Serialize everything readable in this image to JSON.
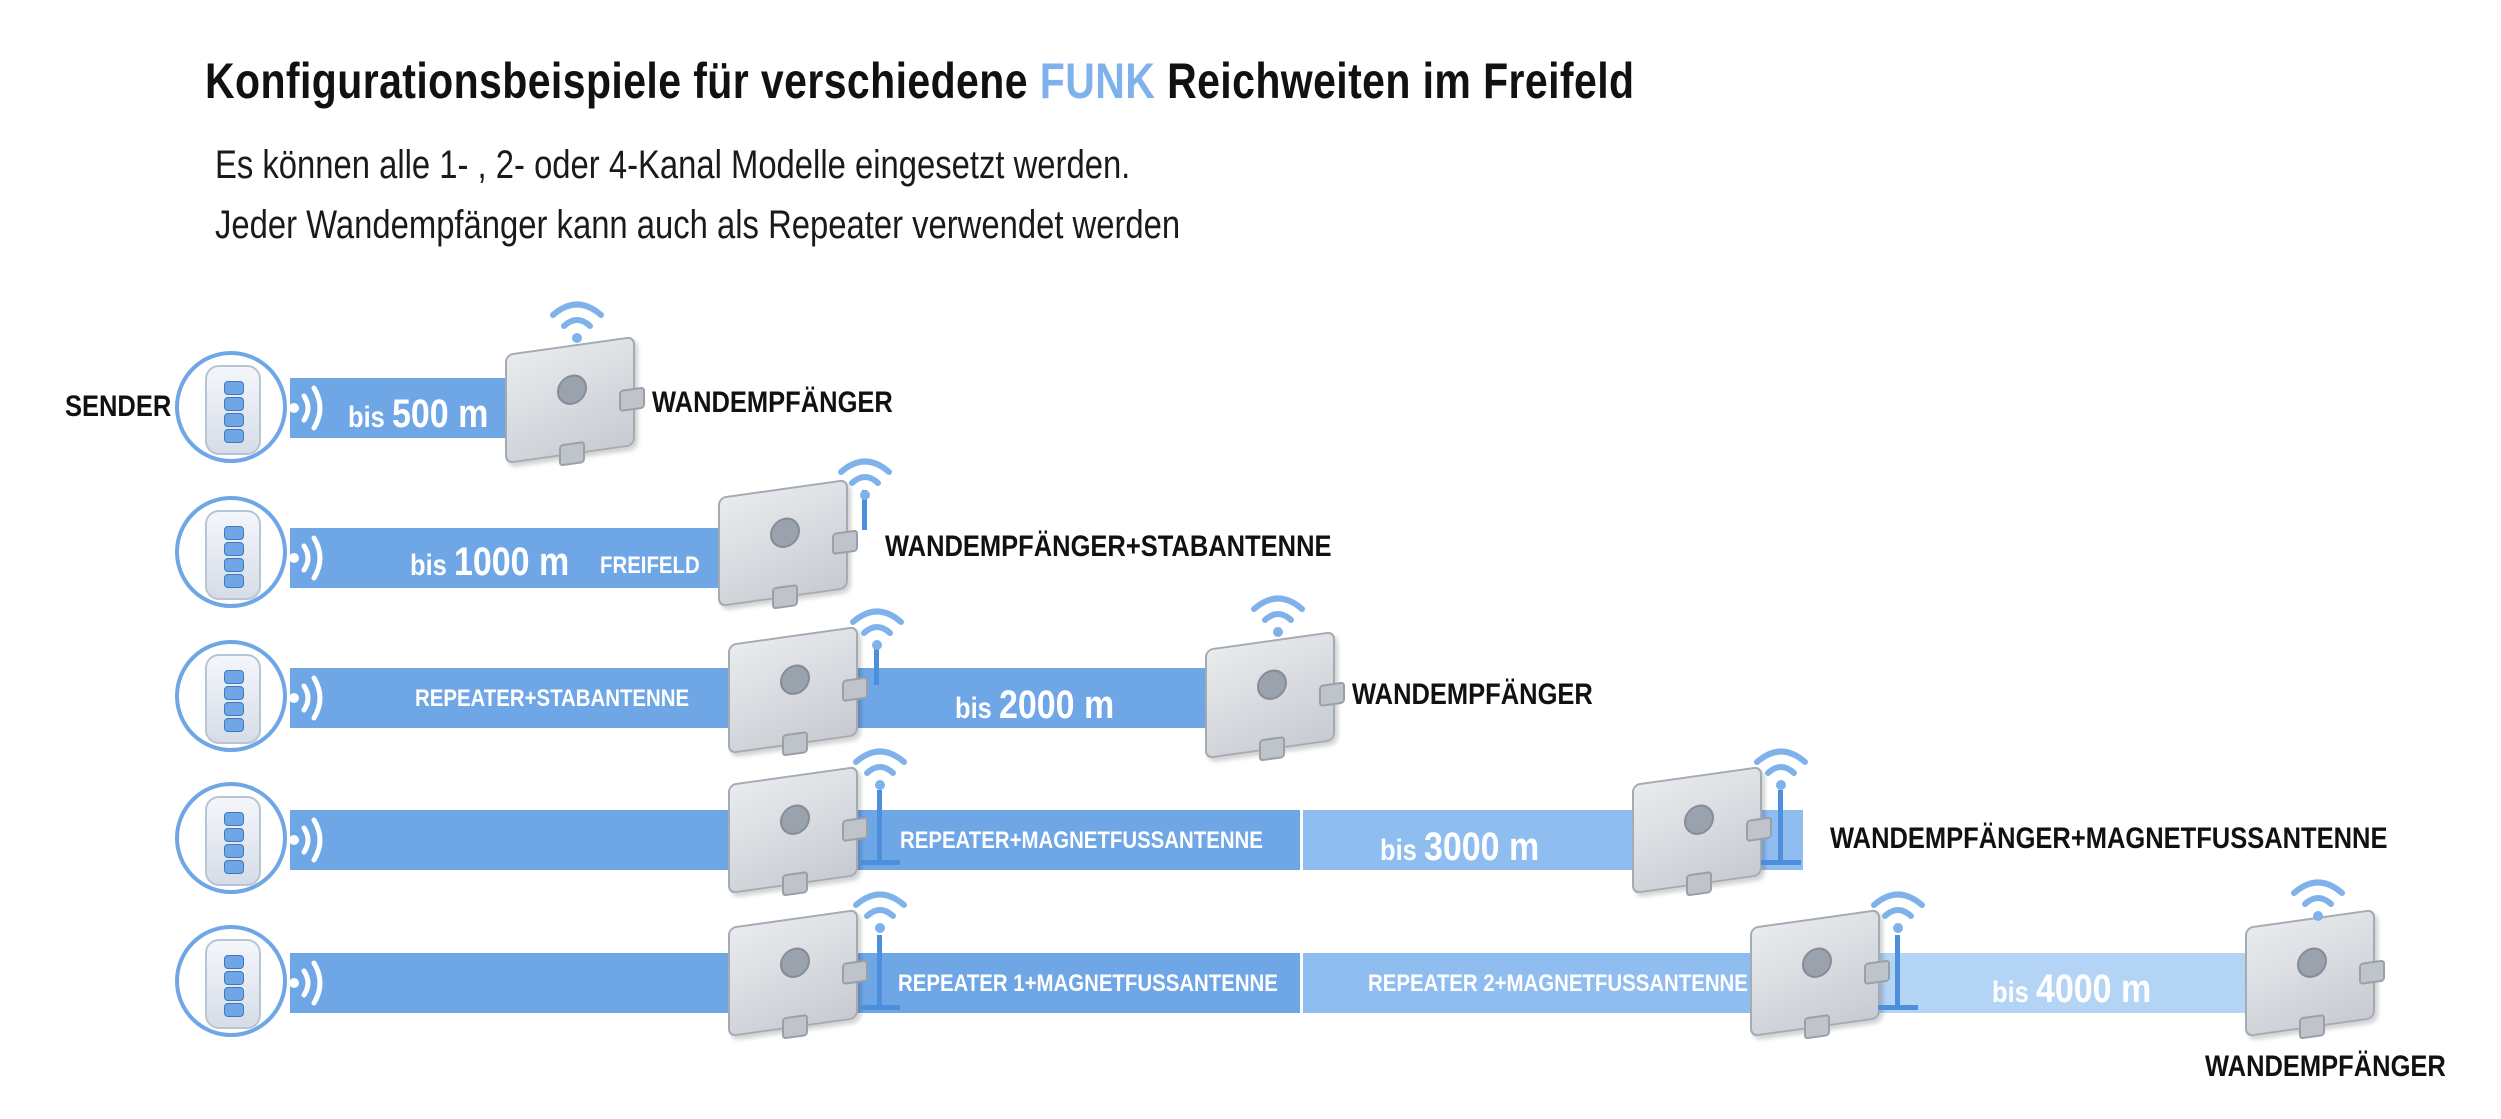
{
  "title": {
    "part1": "Konfigurationsbeispiele für verschiedene",
    "highlight": "FUNK",
    "part2": "Reichweiten im Freifeld"
  },
  "subtitle": [
    "Es können alle 1- , 2- oder 4-Kanal Modelle eingesetzt werden.",
    "Jeder Wandempfänger kann auch als Repeater verwendet werden"
  ],
  "colors": {
    "accent": "#7fb2ea",
    "band_dark": "#6fa6e5",
    "band_mid": "#8fbdf0",
    "band_light": "#b4d4f6",
    "antenna": "#4d8fdb"
  },
  "sender_label": "SENDER",
  "rows": [
    {
      "range_prefix": "bis",
      "range_value": "500 m",
      "receiver_label": "WANDEMPFÄNGER"
    },
    {
      "range_prefix": "bis",
      "range_value": "1000 m",
      "range_suffix": "FREIFELD",
      "receiver_label": "WANDEMPFÄNGER+STABANTENNE"
    },
    {
      "repeater_label": "REPEATER+STABANTENNE",
      "range_prefix": "bis",
      "range_value": "2000 m",
      "receiver_label": "WANDEMPFÄNGER"
    },
    {
      "repeater_label": "REPEATER+MAGNETFUSSANTENNE",
      "range_prefix": "bis",
      "range_value": "3000 m",
      "receiver_label": "WANDEMPFÄNGER+MAGNETFUSSANTENNE"
    },
    {
      "repeater1_label": "REPEATER 1+MAGNETFUSSANTENNE",
      "repeater2_label": "REPEATER 2+MAGNETFUSSANTENNE",
      "range_prefix": "bis",
      "range_value": "4000 m",
      "receiver_label": "WANDEMPFÄNGER"
    }
  ],
  "icons": [
    "remote-control-icon",
    "signal-waves-icon",
    "wall-receiver-box-icon",
    "wifi-icon",
    "rod-antenna-icon",
    "magnetic-foot-antenna-icon"
  ]
}
